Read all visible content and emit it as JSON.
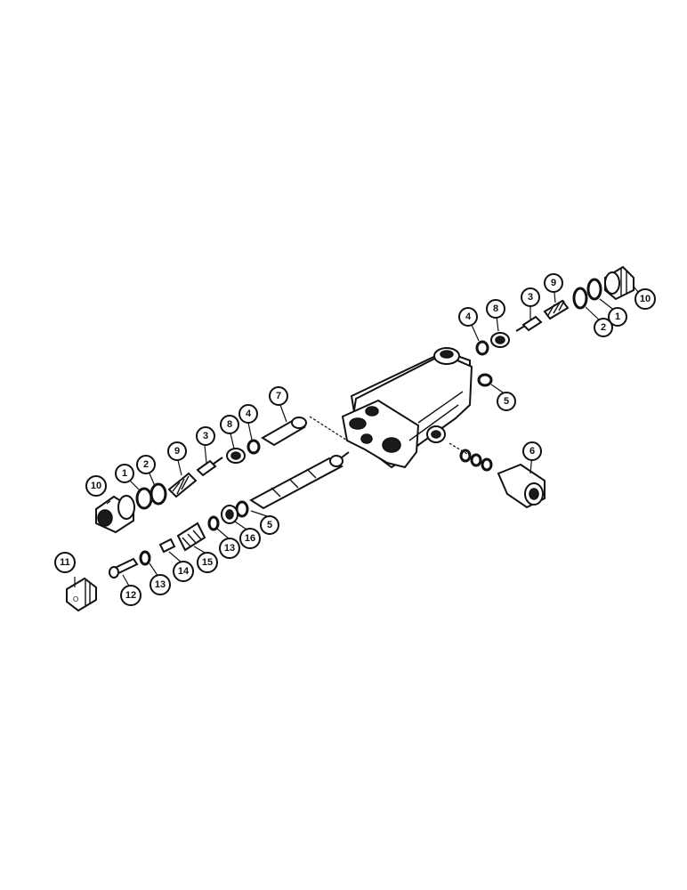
{
  "diagram": {
    "callouts": [
      {
        "label": "1"
      },
      {
        "label": "2"
      },
      {
        "label": "9"
      },
      {
        "label": "3"
      },
      {
        "label": "8"
      },
      {
        "label": "4"
      },
      {
        "label": "7"
      },
      {
        "label": "10"
      },
      {
        "label": "11"
      },
      {
        "label": "12"
      },
      {
        "label": "13"
      },
      {
        "label": "14"
      },
      {
        "label": "15"
      },
      {
        "label": "13"
      },
      {
        "label": "16"
      },
      {
        "label": "5"
      },
      {
        "label": "4"
      },
      {
        "label": "8"
      },
      {
        "label": "5"
      },
      {
        "label": "3"
      },
      {
        "label": "9"
      },
      {
        "label": "2"
      },
      {
        "label": "1"
      },
      {
        "label": "10"
      },
      {
        "label": "6"
      }
    ]
  }
}
